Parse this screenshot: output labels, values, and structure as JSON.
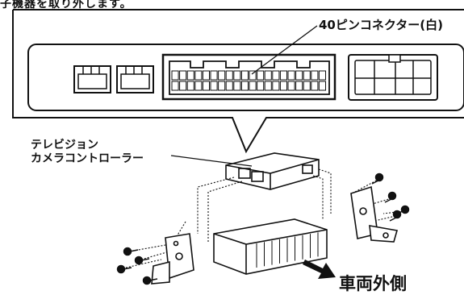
{
  "header": {
    "text": "子機器を取り外します。"
  },
  "callout": {
    "connector_label": "40ピンコネクター(白)"
  },
  "labels": {
    "controller_line1": "テレビジョン",
    "controller_line2": "カメラコントローラー",
    "vehicle_outer": "車両外側"
  }
}
